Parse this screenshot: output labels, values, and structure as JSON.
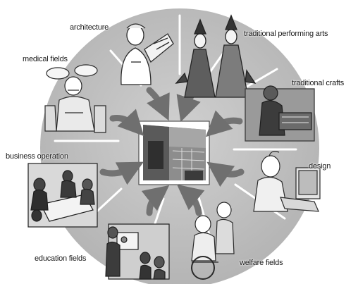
{
  "labels": {
    "architecture": "architecture",
    "performing_arts": "traditional performing arts",
    "medical": "medical fields",
    "crafts": "traditional crafts",
    "business": "business operation",
    "design": "design",
    "education": "education fields",
    "welfare": "welfare fields"
  },
  "colors": {
    "disc": "#bdbdbd",
    "disc_edge": "#a9a9a9",
    "divider": "#ffffff",
    "arrow": "#7a7a7a",
    "ink": "#2a2a2a"
  }
}
